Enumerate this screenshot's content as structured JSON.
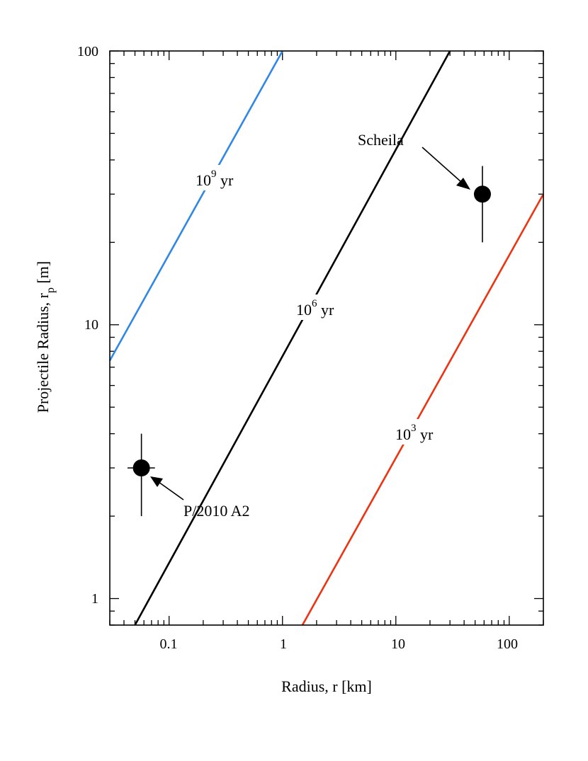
{
  "chart_data": {
    "type": "line",
    "x_scale": "log",
    "y_scale": "log",
    "xlim": [
      0.03,
      200
    ],
    "ylim": [
      0.8,
      100
    ],
    "xlabel": "Radius, r [km]",
    "ylabel": {
      "main": "Projectile Radius, r",
      "sub": "p",
      "unit": " [m]"
    },
    "x_ticks": [
      {
        "value": 0.1,
        "label": "0.1"
      },
      {
        "value": 1,
        "label": "1"
      },
      {
        "value": 10,
        "label": "10"
      },
      {
        "value": 100,
        "label": "100"
      }
    ],
    "y_ticks": [
      {
        "value": 1,
        "label": "1"
      },
      {
        "value": 10,
        "label": "10"
      },
      {
        "value": 100,
        "label": "100"
      }
    ],
    "grid": false,
    "series": [
      {
        "label_base": "10",
        "label_exp": "9",
        "label_unit": " yr",
        "color": "#2f87e8",
        "x": [
          0.03,
          1.0
        ],
        "y": [
          7.4,
          100
        ]
      },
      {
        "label_base": "10",
        "label_exp": "6",
        "label_unit": " yr",
        "color": "#000000",
        "x": [
          0.05,
          30.0
        ],
        "y": [
          0.8,
          100
        ]
      },
      {
        "label_base": "10",
        "label_exp": "3",
        "label_unit": " yr",
        "color": "#ee3311",
        "x": [
          1.5,
          200.0
        ],
        "y": [
          0.8,
          30
        ]
      }
    ],
    "points": [
      {
        "name": "P/2010 A2",
        "x": 0.057,
        "y": 3.0,
        "x_err": [
          0.043,
          0.075
        ],
        "y_err": [
          2.0,
          4.0
        ]
      },
      {
        "name": "Scheila",
        "x": 58,
        "y": 30,
        "y_err": [
          20,
          38
        ]
      }
    ]
  }
}
